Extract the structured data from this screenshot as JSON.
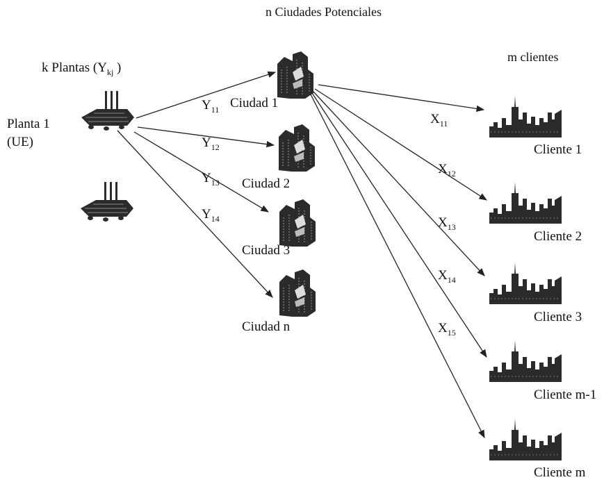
{
  "header": {
    "cities_title": "n Ciudades Potenciales"
  },
  "plants": {
    "title_prefix": "k Plantas (Y",
    "title_sub": "kj",
    "title_suffix": " )",
    "plant1_label": "Planta 1",
    "plant1_sublabel": "(UE)"
  },
  "cities": [
    {
      "label": "Ciudad 1"
    },
    {
      "label": "Ciudad 2"
    },
    {
      "label": "Ciudad 3"
    },
    {
      "label": "Ciudad n"
    }
  ],
  "clients": {
    "title": "m clientes",
    "items": [
      {
        "label": "Cliente 1"
      },
      {
        "label": "Cliente 2"
      },
      {
        "label": "Cliente 3"
      },
      {
        "label": "Cliente m-1"
      },
      {
        "label": "Cliente m"
      }
    ]
  },
  "plant_city_flows": [
    {
      "var": "Y",
      "sub": "11"
    },
    {
      "var": "Y",
      "sub": "12"
    },
    {
      "var": "Y",
      "sub": "13"
    },
    {
      "var": "Y",
      "sub": "14"
    }
  ],
  "city_client_flows": [
    {
      "var": "X",
      "sub": "11"
    },
    {
      "var": "X",
      "sub": "12"
    },
    {
      "var": "X",
      "sub": "13"
    },
    {
      "var": "X",
      "sub": "14"
    },
    {
      "var": "X",
      "sub": "15"
    }
  ],
  "colors": {
    "ink": "#111111",
    "icon": "#2b2b2b",
    "background": "#ffffff"
  },
  "icons": {
    "plant": "factory-icon",
    "city": "city-buildings-icon",
    "client": "skyline-icon"
  }
}
